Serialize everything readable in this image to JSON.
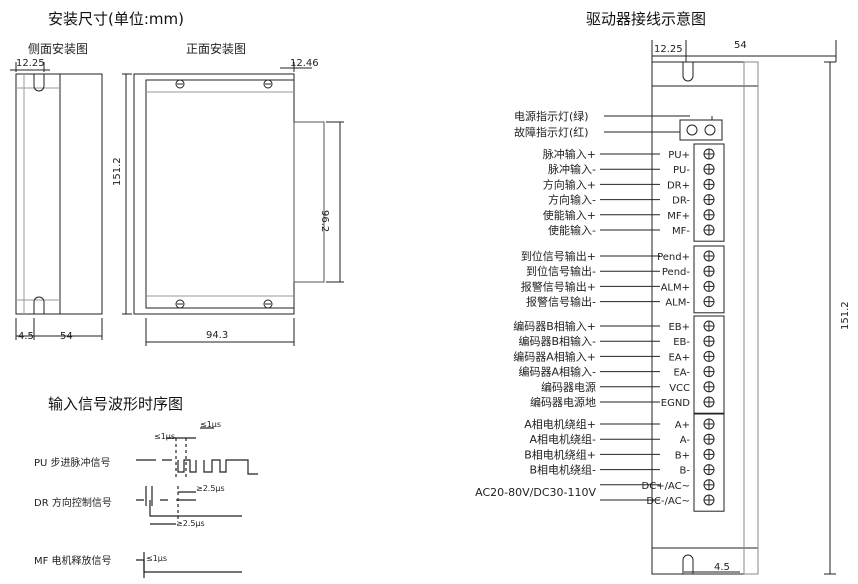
{
  "mounting": {
    "title": "安装尺寸(单位:mm)",
    "side_title": "侧面安装图",
    "front_title": "正面安装图",
    "dims": {
      "side_top": "12.25",
      "side_bottom_left": "4.5",
      "side_bottom": "54",
      "side_height": "151.2",
      "front_top_right": "12.46",
      "front_inner_height": "96.2",
      "front_width": "94.3"
    }
  },
  "timing": {
    "title": "输入信号波形时序图",
    "signals": [
      "PU 步进脉冲信号",
      "DR 方向控制信号",
      "MF 电机释放信号"
    ],
    "annotations": [
      "≤1μs",
      "≤1μs",
      "≥2.5μs",
      "≥2.5μs",
      "≤1μs"
    ]
  },
  "wiring": {
    "title": "驱动器接线示意图",
    "dims": {
      "top_left": "12.25",
      "top_width": "54",
      "height": "151.2",
      "bottom": "4.5"
    },
    "leds": [
      {
        "label": "电源指示灯(绿)"
      },
      {
        "label": "故障指示灯(红)"
      }
    ],
    "groups": [
      [
        {
          "label": "脉冲输入+",
          "term": "PU+"
        },
        {
          "label": "脉冲输入-",
          "term": "PU-"
        },
        {
          "label": "方向输入+",
          "term": "DR+"
        },
        {
          "label": "方向输入-",
          "term": "DR-"
        },
        {
          "label": "使能输入+",
          "term": "MF+"
        },
        {
          "label": "使能输入-",
          "term": "MF-"
        }
      ],
      [
        {
          "label": "到位信号输出+",
          "term": "Pend+"
        },
        {
          "label": "到位信号输出-",
          "term": "Pend-"
        },
        {
          "label": "报警信号输出+",
          "term": "ALM+"
        },
        {
          "label": "报警信号输出-",
          "term": "ALM-"
        }
      ],
      [
        {
          "label": "编码器B相输入+",
          "term": "EB+"
        },
        {
          "label": "编码器B相输入-",
          "term": "EB-"
        },
        {
          "label": "编码器A相输入+",
          "term": "EA+"
        },
        {
          "label": "编码器A相输入-",
          "term": "EA-"
        },
        {
          "label": "编码器电源",
          "term": "VCC"
        },
        {
          "label": "编码器电源地",
          "term": "EGND"
        }
      ],
      [
        {
          "label": "A相电机绕组+",
          "term": "A+"
        },
        {
          "label": "A相电机绕组-",
          "term": "A-"
        },
        {
          "label": "B相电机绕组+",
          "term": "B+"
        },
        {
          "label": "B相电机绕组-",
          "term": "B-"
        },
        {
          "label": "AC20-80V/DC30-110V",
          "term": "DC+/AC~"
        },
        {
          "label": "",
          "term": "DC-/AC~"
        }
      ]
    ]
  }
}
